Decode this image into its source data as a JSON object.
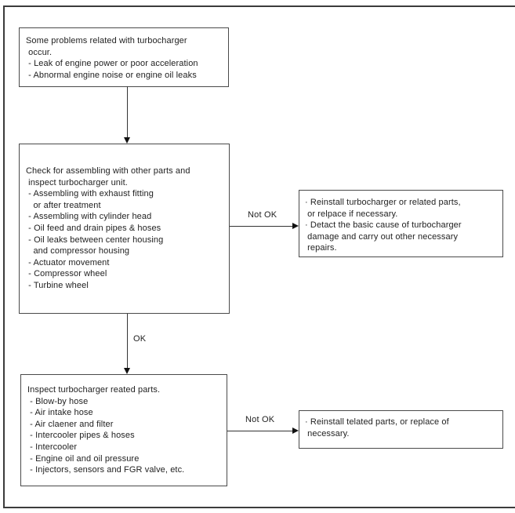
{
  "diagram": {
    "title_semantic": "Turbocharger troubleshooting flowchart",
    "colors": {
      "background": "#ffffff",
      "frame_border": "#3c3c3c",
      "box_border": "#4a4a4a",
      "text": "#222222"
    },
    "boxes": {
      "problem": {
        "lines": [
          "Some problems related with turbocharger",
          " occur.",
          " - Leak of engine power or poor acceleration",
          " - Abnormal engine noise or engine oil leaks"
        ]
      },
      "check_unit": {
        "lines": [
          "Check for assembling with other parts and",
          " inspect turbocharger unit.",
          " - Assembling with exhaust fitting",
          "   or after treatment",
          " - Assembling with cylinder head",
          " - Oil feed and drain pipes & hoses",
          " - Oil leaks between center housing",
          "   and compressor housing",
          " - Actuator movement",
          " - Compressor wheel",
          " - Turbine wheel"
        ]
      },
      "inspect_parts": {
        "lines": [
          "Inspect turbocharger reated parts.",
          " - Blow-by hose",
          " - Air intake hose",
          " - Air claener and filter",
          " - Intercooler pipes & hoses",
          " - Intercooler",
          " - Engine oil and oil pressure",
          " - Injectors, sensors and FGR valve, etc."
        ]
      },
      "remedy_unit": {
        "lines": [
          "· Reinstall turbocharger or related parts,",
          " or relpace if necessary.",
          "· Detact the basic cause of turbocharger",
          " damage and carry out other necessary",
          " repairs."
        ]
      },
      "remedy_parts": {
        "lines": [
          "· Reinstall telated parts, or replace of",
          " necessary."
        ]
      }
    },
    "labels": {
      "ok": "OK",
      "not_ok_1": "Not OK",
      "not_ok_2": "Not OK"
    }
  }
}
